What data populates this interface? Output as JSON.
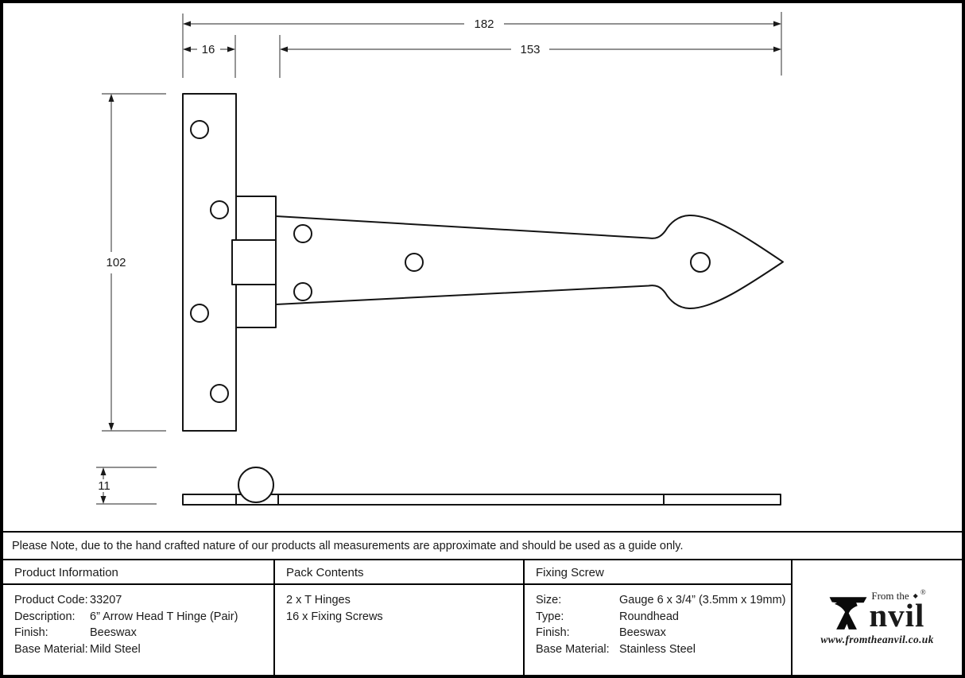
{
  "drawing": {
    "dimensions": {
      "overall_length": "182",
      "strap_length": "153",
      "plate_width": "16",
      "plate_height": "102",
      "thickness": "11"
    }
  },
  "note": {
    "text": "Please Note, due to the hand crafted nature of our products all measurements are approximate and should be used as a guide only."
  },
  "table": {
    "product_information": {
      "header": "Product Information",
      "rows": [
        {
          "label": "Product Code:",
          "value": "33207"
        },
        {
          "label": "Description:",
          "value": "6” Arrow Head T Hinge (Pair)"
        },
        {
          "label": "Finish:",
          "value": "Beeswax"
        },
        {
          "label": "Base Material:",
          "value": "Mild Steel"
        }
      ]
    },
    "pack_contents": {
      "header": "Pack Contents",
      "items": [
        "2 x T Hinges",
        "16 x Fixing Screws"
      ]
    },
    "fixing_screw": {
      "header": "Fixing Screw",
      "rows": [
        {
          "label": "Size:",
          "value": "Gauge 6 x 3/4” (3.5mm x 19mm)"
        },
        {
          "label": "Type:",
          "value": "Roundhead"
        },
        {
          "label": "Finish:",
          "value": "Beeswax"
        },
        {
          "label": "Base Material:",
          "value": "Stainless Steel"
        }
      ]
    }
  },
  "logo": {
    "tagline": "From the",
    "brand": "Anvil",
    "brand_rest": "nvil",
    "registered": "®",
    "diamond": "◆",
    "website": "www.fromtheanvil.co.uk"
  }
}
